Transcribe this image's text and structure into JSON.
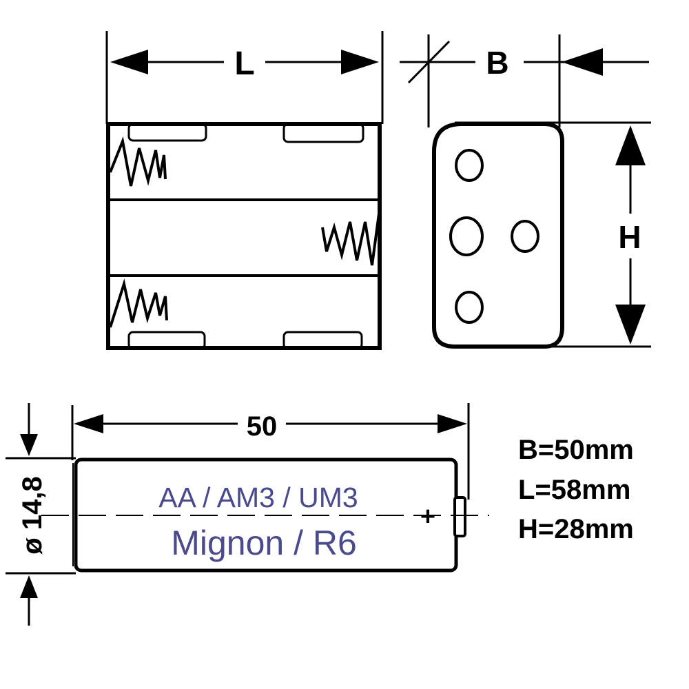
{
  "top_view": {
    "dim_label": "L"
  },
  "side_view": {
    "width_label": "B",
    "height_label": "H"
  },
  "battery": {
    "length_label": "50",
    "diameter_label": "ø 14,8",
    "type_line1": "AA / AM3 / UM3",
    "type_line2": "Mignon / R6",
    "polarity": "+",
    "text_color": "#4a4a8c"
  },
  "specs": [
    "B=50mm",
    "L=58mm",
    "H=28mm"
  ]
}
